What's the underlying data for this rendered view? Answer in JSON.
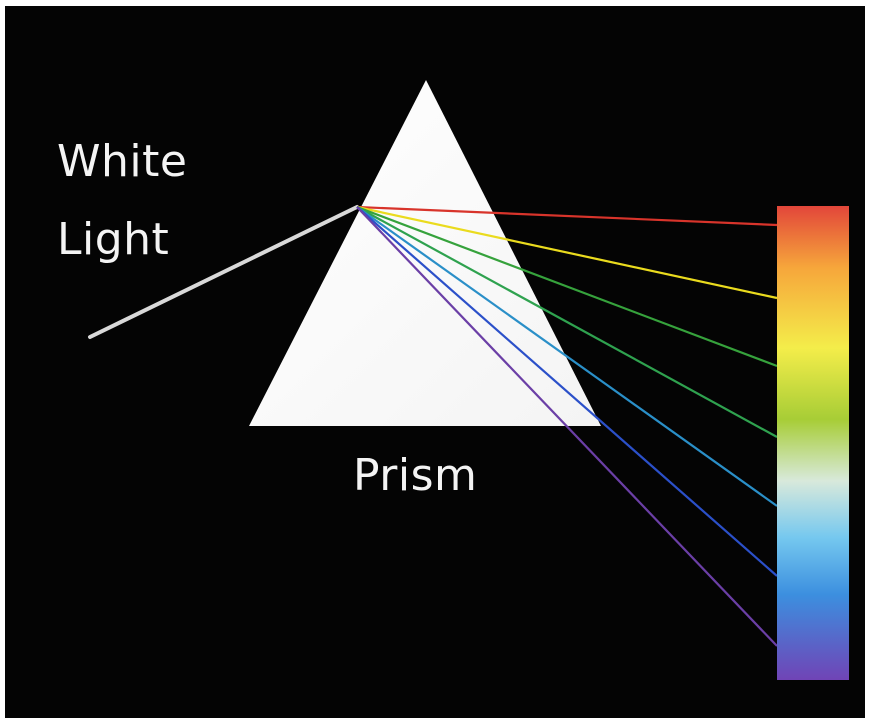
{
  "labels": {
    "white": "White",
    "light": "Light",
    "prism": "Prism"
  },
  "colors": {
    "background": "#040404",
    "prism": "#ffffff",
    "incoming_ray": "#d9d9d9",
    "rays": [
      "#d8342b",
      "#eadb1e",
      "#36a23c",
      "#2fa24f",
      "#2a8fc8",
      "#2b50c9",
      "#6b3fa6"
    ],
    "spectrum": [
      "#e2463a",
      "#f6a63b",
      "#f4ed4a",
      "#a7cd36",
      "#d8e9db",
      "#75c8ef",
      "#3c8fdf",
      "#7044b6"
    ]
  },
  "icons": {
    "prism": "triangle-prism-icon",
    "spectrum": "spectrum-bar-icon"
  }
}
